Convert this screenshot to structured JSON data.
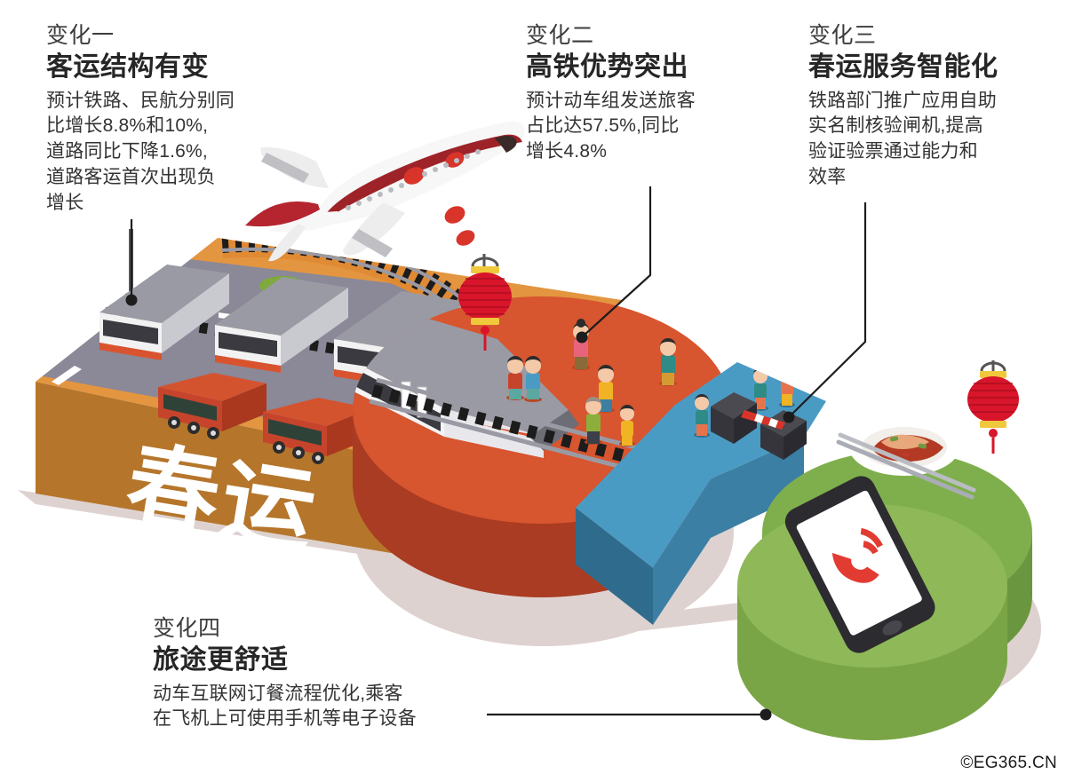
{
  "page": {
    "title": "春运变化图解",
    "credit": "©EG365.CN",
    "background": "#ffffff"
  },
  "blocks": [
    {
      "id": "change-1",
      "kicker": "变化一",
      "headline": "客运结构有变",
      "body_lines": [
        "预计铁路、民航分别同",
        "比增长8.8%和10%,",
        "道路同比下降1.6%,",
        "道路客运首次出现负",
        "增长"
      ]
    },
    {
      "id": "change-2",
      "kicker": "变化二",
      "headline": "高铁优势突出",
      "body_lines": [
        "预计动车组发送旅客",
        "占比达57.5%,同比",
        "增长4.8%"
      ]
    },
    {
      "id": "change-3",
      "kicker": "变化三",
      "headline": "春运服务智能化",
      "body_lines": [
        "铁路部门推广应用自助",
        "实名制核验闸机,提高",
        "验证验票通过能力和",
        "效率"
      ]
    },
    {
      "id": "change-4",
      "kicker": "变化四",
      "headline": "旅途更舒适",
      "body_lines": [
        "动车互联网订餐流程优化,乘客",
        "在飞机上可使用手机等电子设备"
      ]
    }
  ],
  "illustration": {
    "hero_label": "春运",
    "colors": {
      "orange_top": "#E3953F",
      "orange_front": "#B5762B",
      "road": "#8B8898",
      "red_top": "#D7552F",
      "red_front": "#A93C22",
      "blue_top": "#4A9BC4",
      "blue_front": "#3B7FA4",
      "green_top": "#7FAF4D",
      "green_front": "#8FB859",
      "shadow": "#DED2D0",
      "lantern_red": "#D8152A",
      "plane_red": "#9E2329",
      "bus_red": "#C6442C",
      "train_gray": "#8E8E99",
      "phone_icon_red": "#E23B32",
      "leader_line": "#1d1d1d"
    },
    "elements": [
      "airplane",
      "railway-track",
      "high-speed-train",
      "commuter-train",
      "buses",
      "road",
      "lanterns",
      "people-crowd",
      "ticket-gate",
      "barrier-arm",
      "food-plate",
      "chopsticks",
      "smartphone",
      "bushes"
    ]
  }
}
